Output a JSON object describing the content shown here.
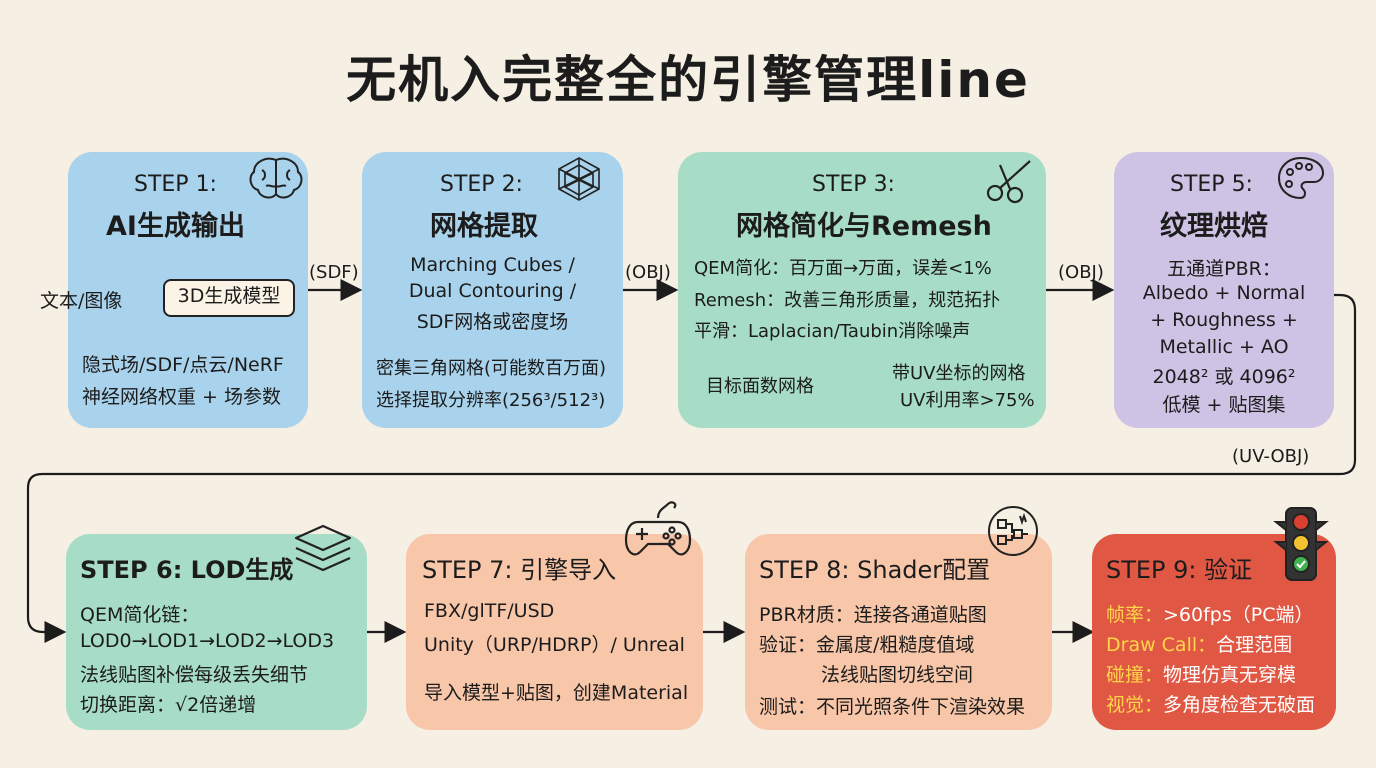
{
  "title": "无机入完整全的引擎管理line",
  "steps": {
    "s1": {
      "label": "STEP 1:",
      "title": "AI生成输出",
      "input": "文本/图像",
      "model": "3D生成模型",
      "lines": [
        "隐式场/SDF/点云/NeRF",
        "神经网络权重 + 场参数"
      ]
    },
    "s2": {
      "label": "STEP 2:",
      "title": "网格提取",
      "lines": [
        "Marching Cubes /",
        "Dual Contouring /",
        "SDF网格或密度场",
        "密集三角网格(可能数百万面)",
        "选择提取分辨率(256³/512³)"
      ]
    },
    "s3": {
      "label": "STEP 3:",
      "title": "网格简化与Remesh",
      "lines": [
        "QEM简化：百万面→万面，误差<1%",
        "Remesh：改善三角形质量，规范拓扑",
        "平滑：Laplacian/Taubin消除噪声"
      ],
      "from": "目标面数网格",
      "to": [
        "带UV坐标的网格",
        "UV利用率>75%"
      ]
    },
    "s5": {
      "label": "STEP 5:",
      "title": "纹理烘焙",
      "lines": [
        "五通道PBR：",
        "Albedo + Normal",
        "+ Roughness +",
        "Metallic + AO",
        "2048² 或 4096²",
        "低模 + 贴图集"
      ]
    },
    "s6": {
      "title": "STEP 6: LOD生成",
      "lines": [
        "QEM简化链：",
        "LOD0→LOD1→LOD2→LOD3",
        "法线贴图补偿每级丢失细节",
        "切换距离：√2倍递增"
      ]
    },
    "s7": {
      "title": "STEP 7: 引擎导入",
      "lines": [
        "FBX/glTF/USD",
        "Unity（URP/HDRP）/ Unreal",
        "导入模型+贴图，创建Material"
      ]
    },
    "s8": {
      "title": "STEP 8: Shader配置",
      "lines": [
        "PBR材质：连接各通道贴图",
        "验证：金属度/粗糙度值域",
        "法线贴图切线空间",
        "测试：不同光照条件下渲染效果"
      ]
    },
    "s9": {
      "title": "STEP 9: 验证",
      "items": [
        {
          "k": "帧率：",
          "v": ">60fps（PC端）"
        },
        {
          "k": "Draw Call：",
          "v": "合理范围"
        },
        {
          "k": "碰撞：",
          "v": "物理仿真无穿模"
        },
        {
          "k": "视觉：",
          "v": "多角度检查无破面"
        }
      ]
    }
  },
  "edges": {
    "e12": "(SDF)",
    "e23": "(OBJ)",
    "e35": "(OBJ)",
    "e56": "(UV-OBJ)"
  },
  "icons": [
    "brain-icon",
    "mesh-icon",
    "scissors-icon",
    "palette-icon",
    "layers-icon",
    "gamepad-icon",
    "shader-icon",
    "traffic-light-icon"
  ],
  "colors": {
    "blue": "#a9d3ec",
    "green": "#a7ddc6",
    "purple": "#cec3e4",
    "peach": "#f8c6a9",
    "red": "#e05843",
    "bg": "#f6efe3"
  }
}
